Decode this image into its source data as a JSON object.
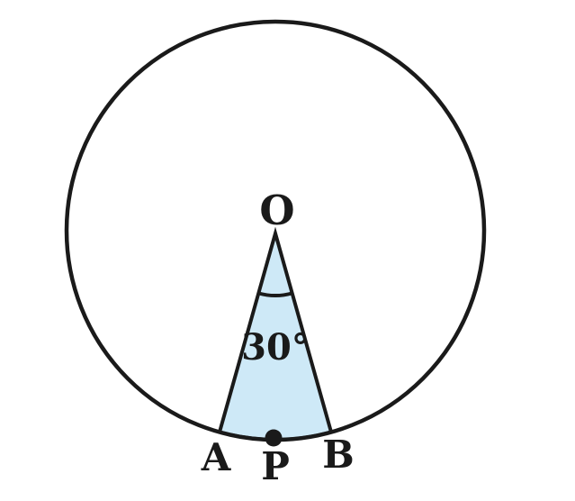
{
  "figure": {
    "type": "circle-sector-diagram",
    "description": "Circle with centre O; sector OAB of 30 degrees shaded; point P on arc AB between A and B",
    "background": "#ffffff",
    "colors": {
      "stroke": "#1a1a1a",
      "sector_fill": "#cee9f7",
      "dot_fill": "#1a1a1a"
    },
    "labels": {
      "center": "O",
      "angle": "30°",
      "point_a": "A",
      "point_p": "P",
      "point_b": "B"
    },
    "values": {
      "central_angle_degrees": 30
    }
  }
}
